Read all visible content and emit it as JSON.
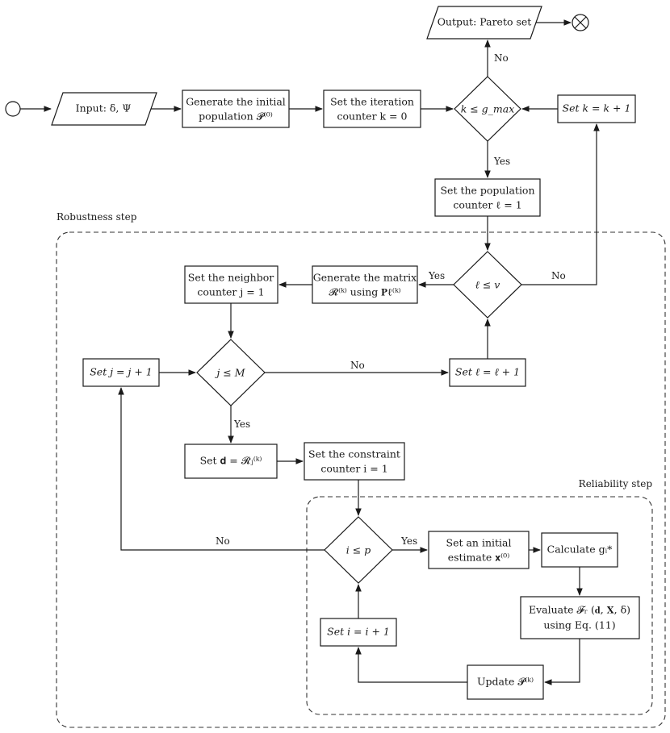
{
  "regions": {
    "robustness_label": "Robustness step",
    "reliability_label": "Reliability step"
  },
  "nodes": {
    "input": "Input: δ, Ψ",
    "generate_initial_1": "Generate the initial",
    "generate_initial_2": "population 𝓟⁽⁰⁾",
    "set_iter_1": "Set the iteration",
    "set_iter_2": "counter k = 0",
    "k_check": "k ≤ g_max",
    "output": "Output: Pareto set",
    "set_k": "Set k = k + 1",
    "set_pop_1": "Set the population",
    "set_pop_2": "counter ℓ = 1",
    "l_check": "ℓ ≤ v",
    "gen_matrix_1": "Generate the matrix",
    "gen_matrix_2": "𝓡⁽ᵏ⁾ using 𝐏ℓ⁽ᵏ⁾",
    "set_neighbor_1": "Set the neighbor",
    "set_neighbor_2": "counter j = 1",
    "j_check": "j ≤ M",
    "set_j": "Set j = j + 1",
    "set_l": "Set ℓ = ℓ + 1",
    "set_d": "Set 𝐝 = 𝓡ⱼ⁽ᵏ⁾",
    "set_constraint_1": "Set the constraint",
    "set_constraint_2": "counter i = 1",
    "i_check": "i ≤ p",
    "initial_estimate_1": "Set an initial",
    "initial_estimate_2": "estimate 𝐱⁽⁰⁾",
    "calculate": "Calculate gᵢ*",
    "evaluate_1": "Evaluate 𝓕ᵣ (𝐝, 𝐗, δ)",
    "evaluate_2": "using Eq. (11)",
    "set_i": "Set i = i + 1",
    "update": "Update 𝓟⁽ᵏ⁾"
  },
  "edge_labels": {
    "no_top": "No",
    "yes_k": "Yes",
    "yes_l": "Yes",
    "no_l": "No",
    "no_j": "No",
    "yes_j": "Yes",
    "no_i": "No",
    "yes_i": "Yes"
  }
}
